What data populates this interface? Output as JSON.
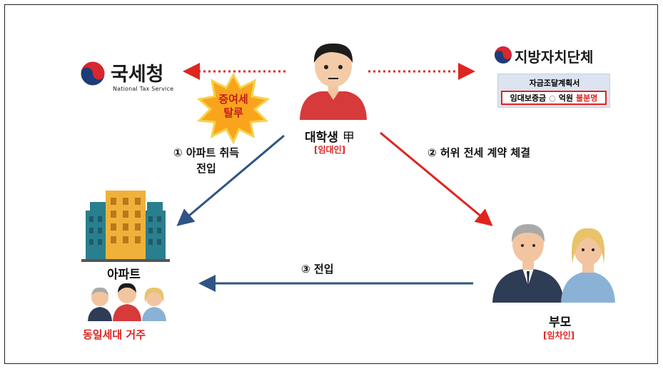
{
  "nts": {
    "name": "국세청",
    "sub": "National Tax Service"
  },
  "local_gov": {
    "name": "지방자치단체"
  },
  "funding_plan": {
    "title": "자금조달계획서",
    "deposit_label": "임대보증금",
    "circle": "○",
    "unit": "억원",
    "status": "불분명"
  },
  "gift_tax": {
    "line1": "증여세",
    "line2": "탈루"
  },
  "student": {
    "label": "대학생",
    "mark": "甲",
    "role": "[임대인]"
  },
  "parents": {
    "label": "부모",
    "role": "[임차인]"
  },
  "apartment": {
    "label": "아파트",
    "note": "동일세대 거주"
  },
  "steps": {
    "s1_line1": "① 아파트 취득",
    "s1_line2": "전입",
    "s2": "② 허위 전세 계약 체결",
    "s3": "③ 전입"
  },
  "colors": {
    "blue_arrow": "#2f5486",
    "red_arrow": "#e0241f",
    "burst": "#f9a41c",
    "logo_blue": "#1e3c78",
    "logo_red": "#d8262f"
  }
}
